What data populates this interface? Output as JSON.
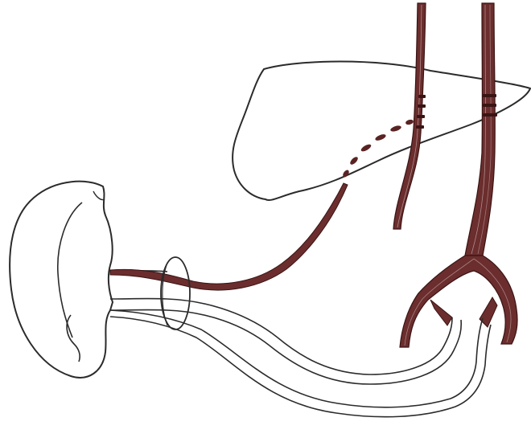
{
  "diagram": {
    "type": "anatomical-line-sketch",
    "colors": {
      "background": "#ffffff",
      "outline": "#2b2b2b",
      "vessel_fill": "#6b2d2d",
      "vessel_stroke": "#3a1414"
    },
    "components": [
      "spleen",
      "liver",
      "vein",
      "aorta",
      "iliac-bifurcation",
      "splenic-hilum-cuff",
      "dark-graft-vessel",
      "light-double-line-vessel",
      "intrahepatic-dashed-segment"
    ]
  }
}
